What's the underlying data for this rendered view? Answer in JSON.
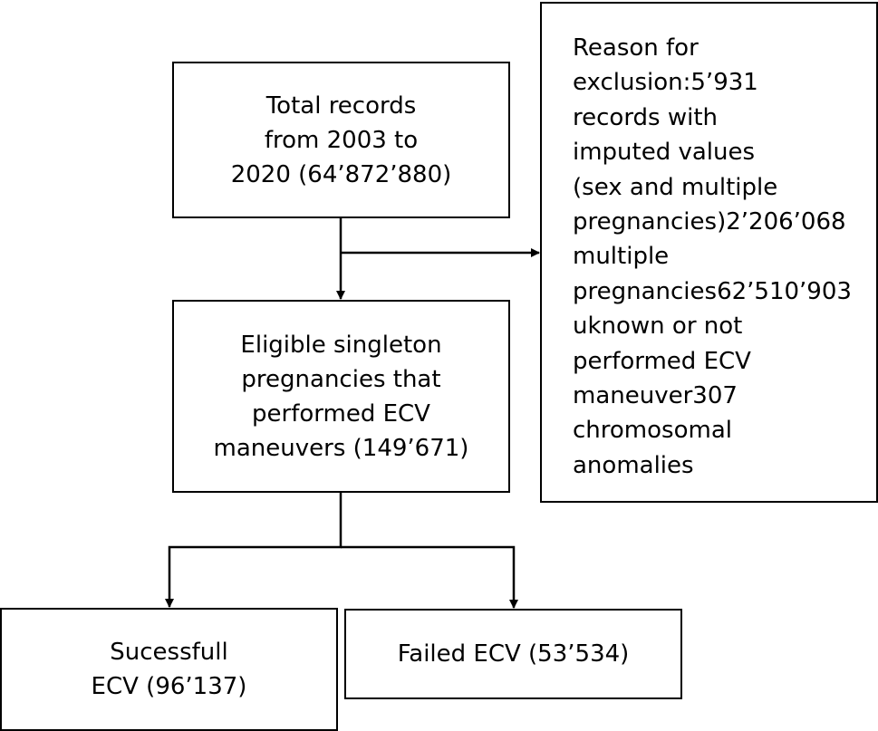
{
  "boxes": {
    "total": {
      "lines": [
        "Total records",
        "from 2003 to",
        "2020 (64’872’880)"
      ]
    },
    "eligible": {
      "lines": [
        "Eligible singleton",
        "pregnancies that",
        "performed ECV",
        "maneuvers (149’671)"
      ]
    },
    "success": {
      "lines": [
        "Sucessfull",
        "ECV (96’137)"
      ]
    },
    "failed": {
      "lines": [
        "Failed ECV (53’534)"
      ]
    },
    "exclusion": {
      "lines": [
        "Reason for",
        "exclusion:5’931",
        "records with",
        "imputed values",
        "(sex and multiple",
        "pregnancies)2’206’068",
        "multiple",
        "pregnancies62’510’903",
        "uknown or not",
        "performed ECV",
        "maneuver307",
        "chromosomal",
        "anomalies"
      ]
    }
  },
  "colors": {
    "line": "#000000",
    "box_border": "#000000",
    "background": "#ffffff"
  }
}
